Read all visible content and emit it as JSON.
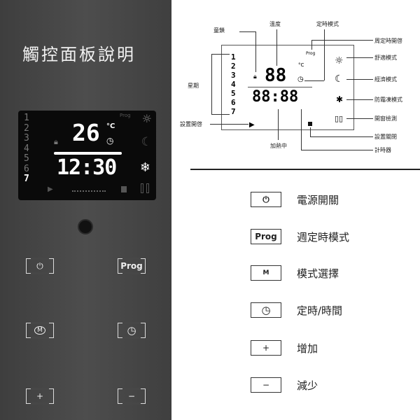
{
  "title": "觸控面板說明",
  "lcd": {
    "days": [
      "1",
      "2",
      "3",
      "4",
      "5",
      "6",
      "7"
    ],
    "prog": "Prog",
    "temp": "26",
    "unit": "°C",
    "time": "12:30"
  },
  "panel_buttons": {
    "power": "⏻",
    "prog": "Prog",
    "mode": "M",
    "clock": "◷",
    "plus": "+",
    "minus": "−"
  },
  "diagram": {
    "labels": {
      "child_lock": "童鎖",
      "temperature": "溫度",
      "timer_mode": "定時模式",
      "weekly_timer": "周定時開啓",
      "comfort": "舒適模式",
      "economy": "經濟模式",
      "antifreeze": "防霜凍模式",
      "window": "開窗檢測",
      "week": "星期",
      "set_on": "設置開啓",
      "heating": "加熱中",
      "set_off": "設置關閉",
      "timer": "計時器"
    },
    "days": [
      "1",
      "2",
      "3",
      "4",
      "5",
      "6",
      "7"
    ],
    "prog": "Prog",
    "temp": "88",
    "time": "88:88",
    "unit": "°C"
  },
  "legend": [
    {
      "icon": "⏻",
      "label": "電源開關"
    },
    {
      "icon": "Prog",
      "label": "週定時模式"
    },
    {
      "icon": "M",
      "label": "模式選擇"
    },
    {
      "icon": "◷",
      "label": "定時/時間"
    },
    {
      "icon": "+",
      "label": "增加"
    },
    {
      "icon": "−",
      "label": "減少"
    }
  ]
}
